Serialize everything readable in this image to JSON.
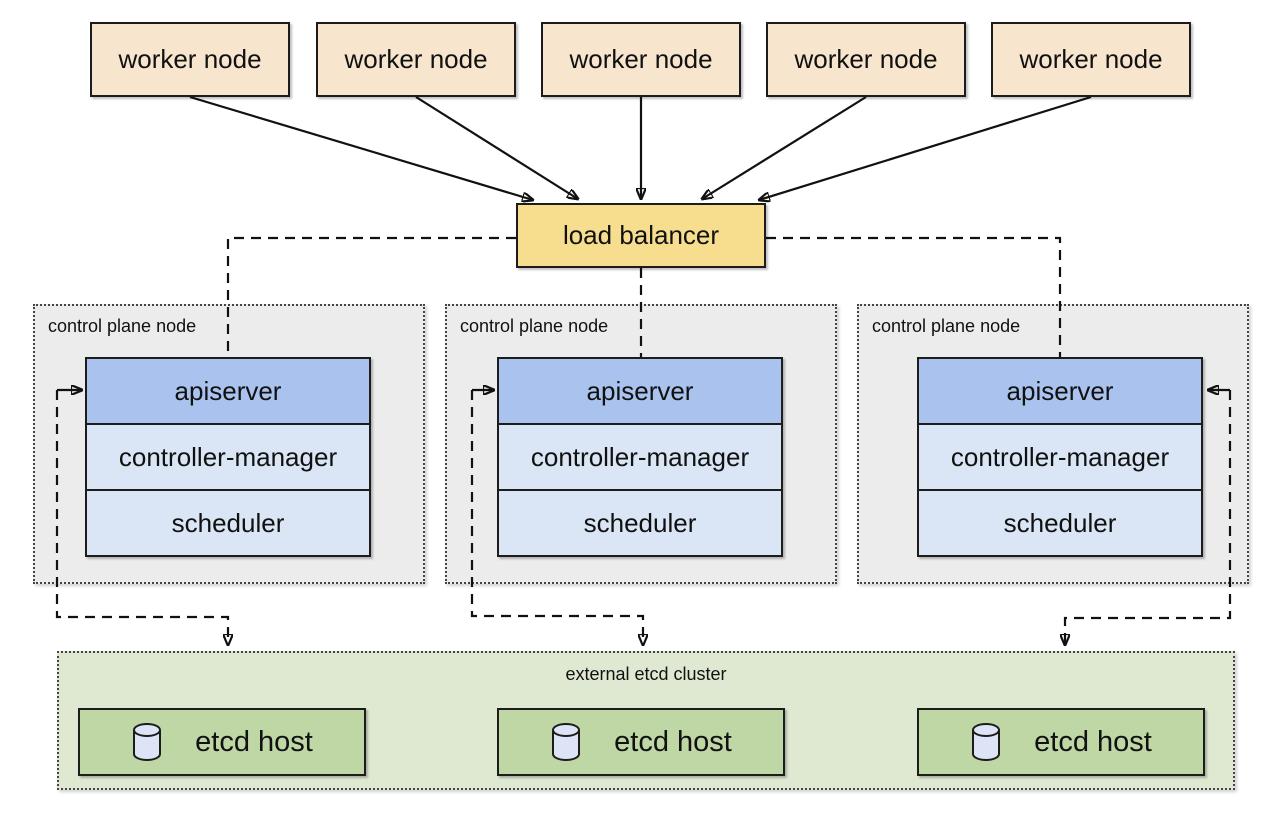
{
  "colors": {
    "worker-fill": "#f7e5cd",
    "lb-fill": "#f7dd8e",
    "cp-fill": "#ececec",
    "apiserver-fill": "#a9c3ee",
    "component-fill": "#dae6f5",
    "etcd-cluster-fill": "#dfe9d1",
    "etcd-host-fill": "#bfd6a5",
    "cylinder-fill": "#dce4f6",
    "line": "#111111"
  },
  "workers": [
    {
      "label": "worker node"
    },
    {
      "label": "worker node"
    },
    {
      "label": "worker node"
    },
    {
      "label": "worker node"
    },
    {
      "label": "worker node"
    }
  ],
  "load_balancer": {
    "label": "load balancer"
  },
  "control_planes": [
    {
      "label": "control plane node",
      "components": [
        "apiserver",
        "controller-manager",
        "scheduler"
      ]
    },
    {
      "label": "control plane node",
      "components": [
        "apiserver",
        "controller-manager",
        "scheduler"
      ]
    },
    {
      "label": "control plane node",
      "components": [
        "apiserver",
        "controller-manager",
        "scheduler"
      ]
    }
  ],
  "etcd_cluster": {
    "label": "external etcd cluster",
    "hosts": [
      {
        "label": "etcd host"
      },
      {
        "label": "etcd host"
      },
      {
        "label": "etcd host"
      }
    ]
  }
}
